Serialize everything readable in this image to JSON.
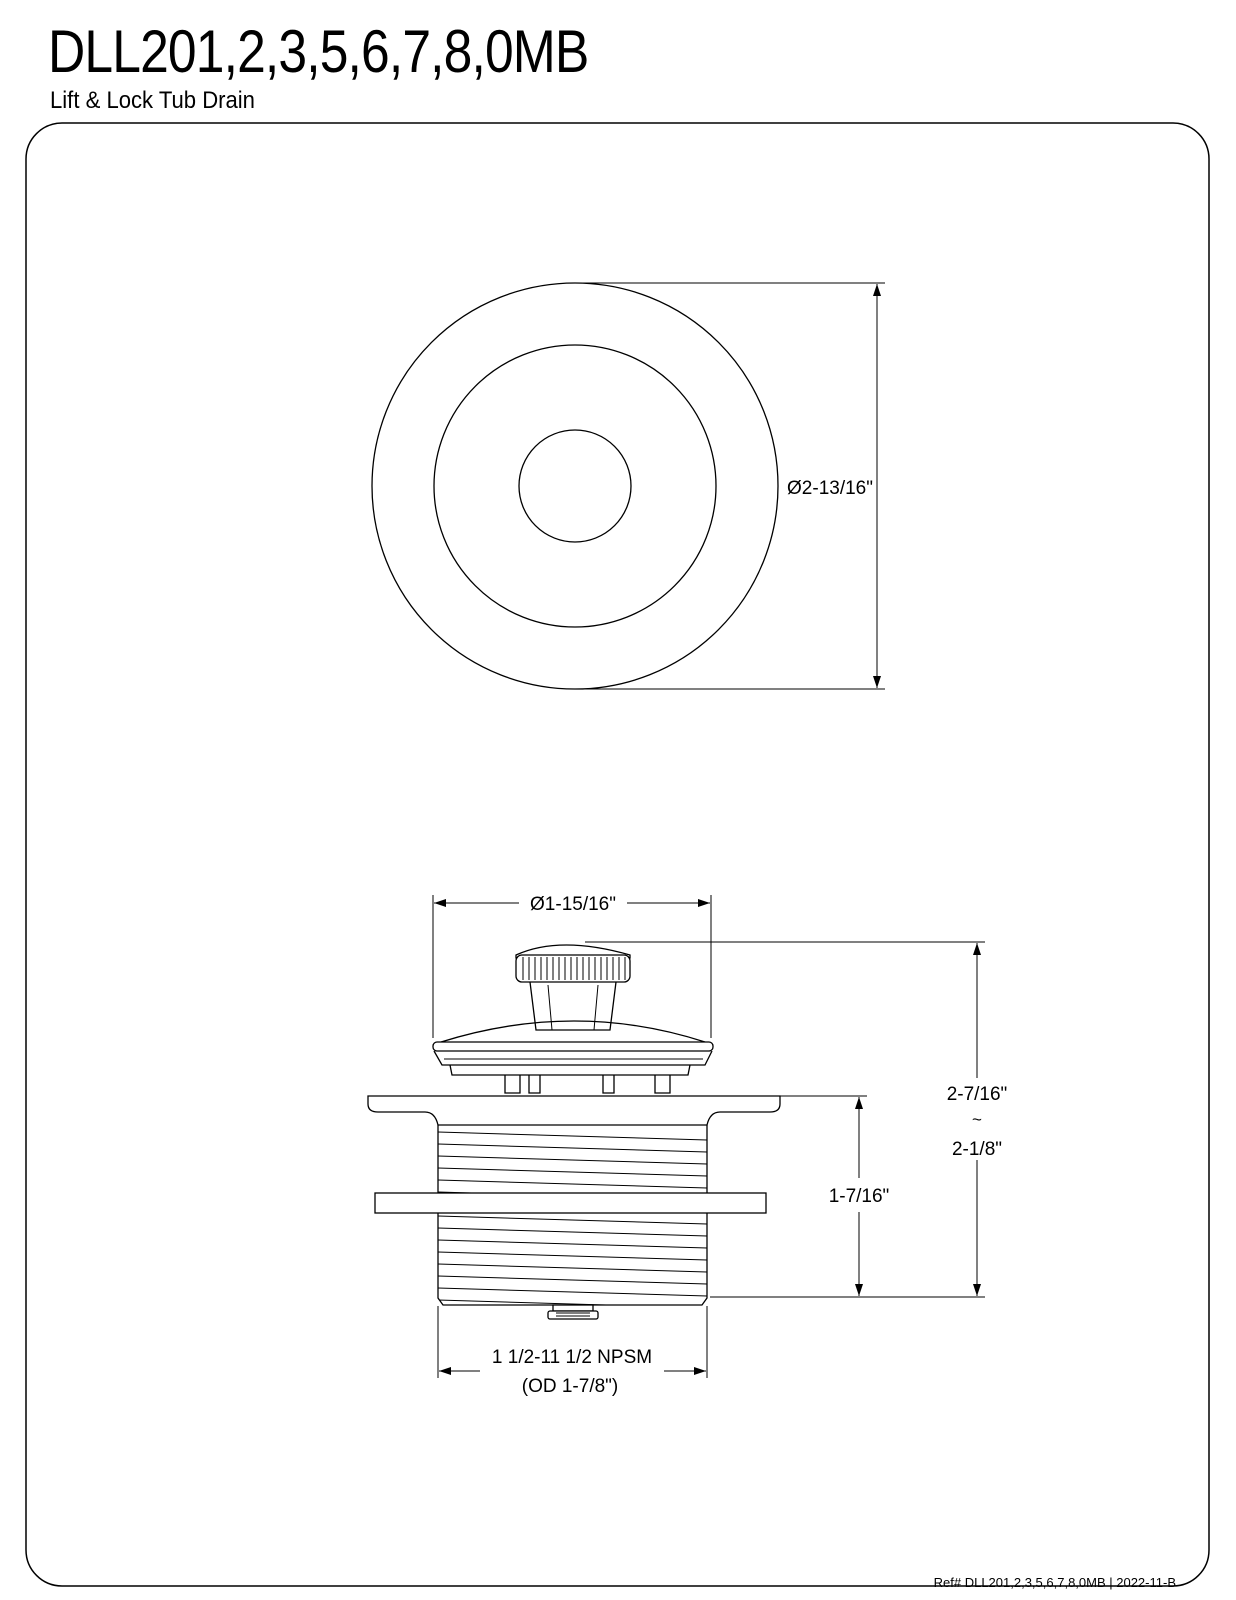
{
  "header": {
    "model_numbers": "DLL201,2,3,5,6,7,8,0MB",
    "product_name": "Lift & Lock Tub Drain"
  },
  "top_view": {
    "flange_diameter": "Ø2-13/16\""
  },
  "side_view": {
    "stopper_diameter": "Ø1-15/16\"",
    "total_height_max": "2-7/16\"",
    "height_separator": "~",
    "total_height_min": "2-1/8\"",
    "body_height": "1-7/16\"",
    "thread_spec": "1 1/2-11 1/2 NPSM",
    "thread_od": "(OD 1-7/8\")"
  },
  "footer": {
    "reference": "Ref# DLL201,2,3,5,6,7,8,0MB | 2022-11-B"
  }
}
